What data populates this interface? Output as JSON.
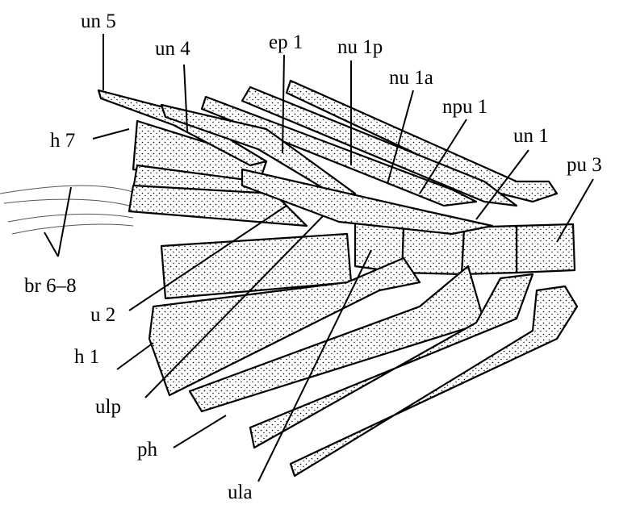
{
  "figure": {
    "labels": {
      "un5": "un 5",
      "un4": "un 4",
      "ep1": "ep 1",
      "nu1p": "nu 1p",
      "nu1a": "nu 1a",
      "npu1": "npu 1",
      "un1": "un 1",
      "pu3": "pu 3",
      "h7": "h 7",
      "br68": "br 6–8",
      "u2": "u 2",
      "h1": "h 1",
      "ulp": "ulp",
      "ph": "ph",
      "ula": "ula"
    }
  }
}
